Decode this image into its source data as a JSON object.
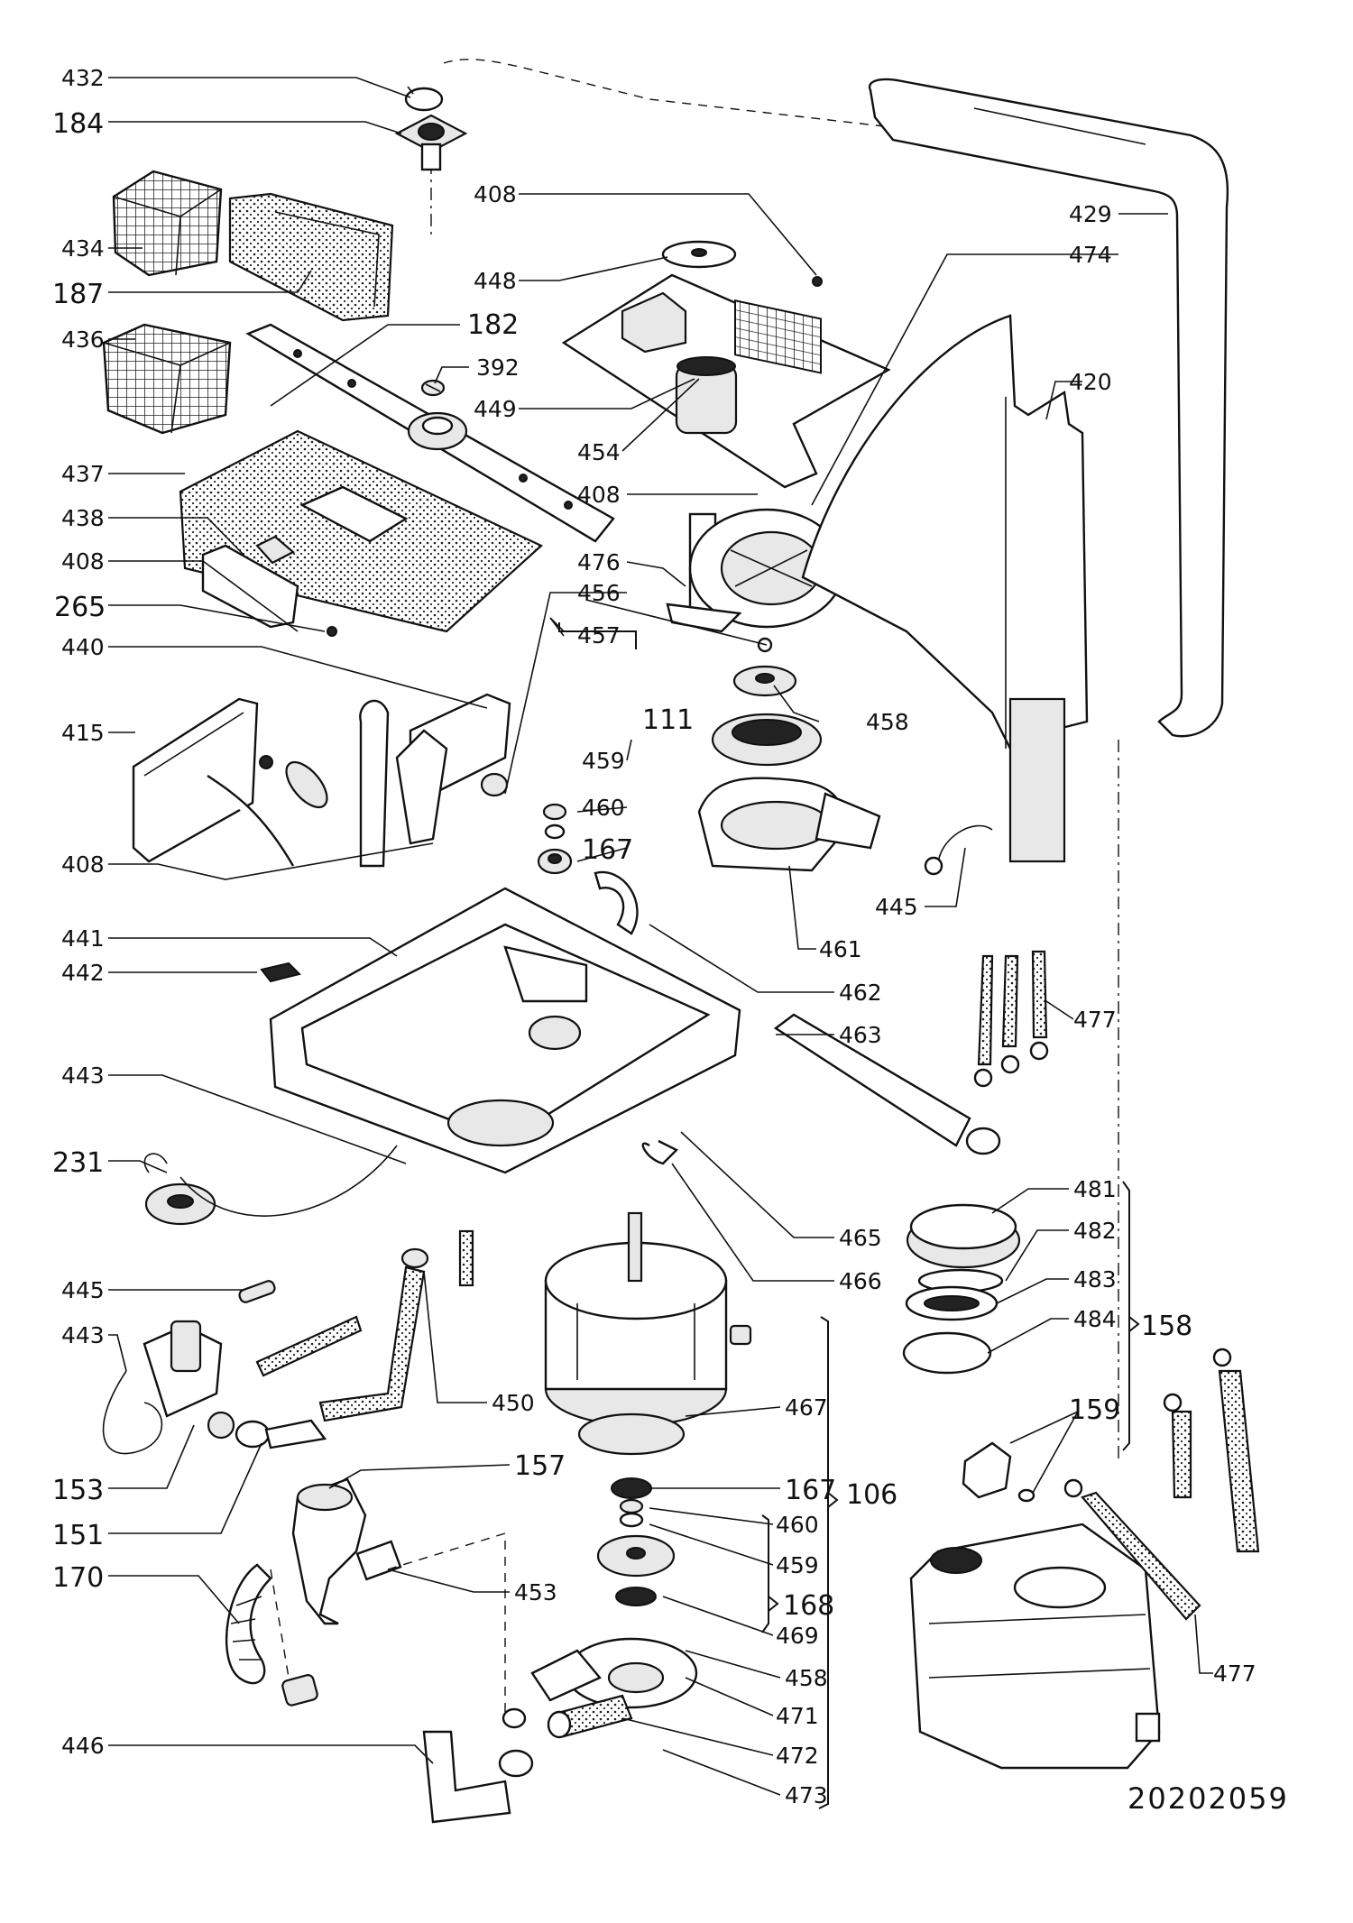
{
  "title": "",
  "labels": {
    "p432": "432",
    "p184": "184",
    "p434": "434",
    "p187": "187",
    "p436": "436",
    "p437": "437",
    "p438": "438",
    "p408a": "408",
    "p265": "265",
    "p440": "440",
    "p415": "415",
    "p408b": "408",
    "p441": "441",
    "p442": "442",
    "p443a": "443",
    "p231": "231",
    "p445a": "445",
    "p443b": "443",
    "p153": "153",
    "p151": "151",
    "p170": "170",
    "p446": "446",
    "p408c": "408",
    "p448": "448",
    "p182": "182",
    "p392": "392",
    "p449": "449",
    "p454": "454",
    "p408d": "408",
    "p476": "476",
    "p456": "456",
    "p457": "457",
    "p111": "111",
    "p459a": "459",
    "p460a": "460",
    "p167a": "167",
    "p458a": "458",
    "p461": "461",
    "p462": "462",
    "p463": "463",
    "p465": "465",
    "p466": "466",
    "p450": "450",
    "p157": "157",
    "p453": "453",
    "p467": "467",
    "p167b": "167",
    "p106": "106",
    "p460b": "460",
    "p459b": "459",
    "p168": "168",
    "p469": "469",
    "p458b": "458",
    "p471": "471",
    "p472": "472",
    "p473": "473",
    "p429": "429",
    "p474": "474",
    "p420": "420",
    "p445b": "445",
    "p477a": "477",
    "p481": "481",
    "p482": "482",
    "p483": "483",
    "p484": "484",
    "p158": "158",
    "p159": "159",
    "p477b": "477"
  },
  "drawing_code": "20202059"
}
